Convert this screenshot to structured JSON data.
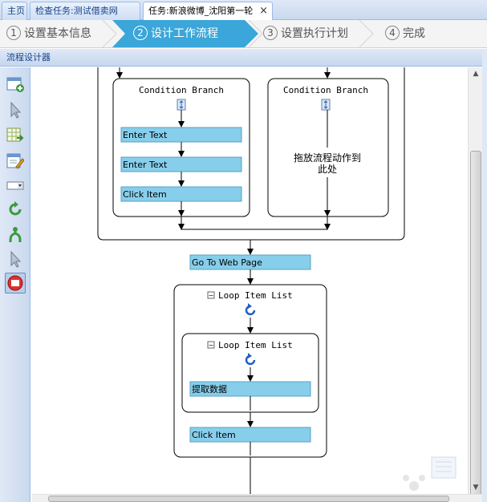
{
  "tabs": [
    {
      "label": "主页",
      "active": false
    },
    {
      "label": "检查任务:测试借卖网",
      "active": false
    },
    {
      "label": "任务:新浪微博_沈阳第一轮",
      "active": true
    }
  ],
  "tab_close_glyph": "×",
  "steps": [
    {
      "num": "1",
      "label": "设置基本信息",
      "active": false
    },
    {
      "num": "2",
      "label": "设计工作流程",
      "active": true
    },
    {
      "num": "3",
      "label": "设置执行计划",
      "active": false
    },
    {
      "num": "4",
      "label": "完成",
      "active": false
    }
  ],
  "designer_title": "流程设计器",
  "toolbar_icons": [
    "add-page-icon",
    "select-cursor-icon",
    "extract-table-icon",
    "edit-form-icon",
    "dropdown-icon",
    "loop-icon",
    "branch-icon",
    "pointer-icon",
    "stop-icon"
  ],
  "workflow": {
    "branch1_title": "Condition Branch",
    "branch2_title": "Condition Branch",
    "branch1_steps": [
      "Enter Text",
      "Enter Text",
      "Click Item"
    ],
    "branch2_placeholder_line1": "拖放流程动作到",
    "branch2_placeholder_line2": "此处",
    "goto_label": "Go To Web Page",
    "outer_loop_title": "Loop Item List",
    "inner_loop_title": "Loop Item List",
    "extract_label": "提取数据",
    "loop_click_label": "Click Item",
    "collapse_glyph": "−"
  },
  "colors": {
    "step_active": "#3aa6d9",
    "action_fill": "#87ceeb",
    "tab_text": "#15428b"
  }
}
